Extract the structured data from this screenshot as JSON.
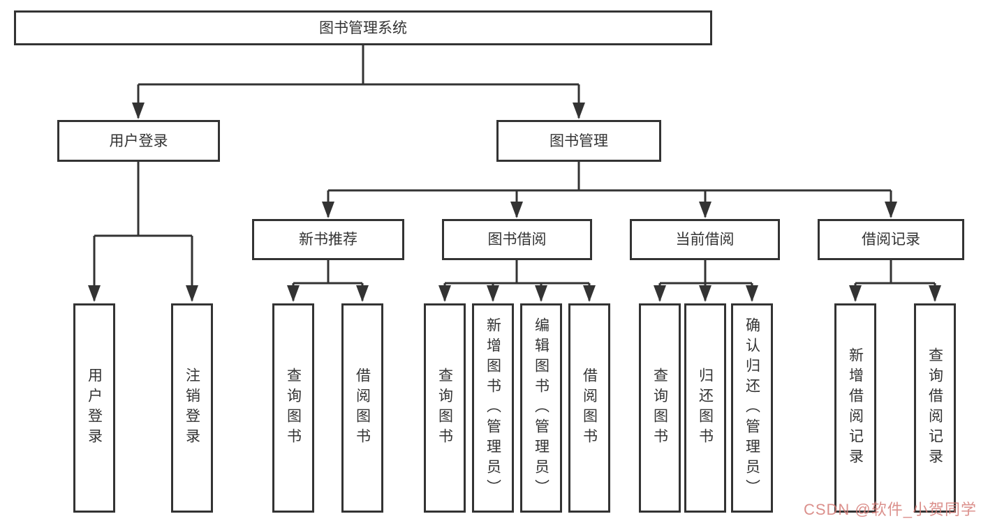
{
  "diagram": {
    "type": "tree",
    "title": "图书管理系统",
    "watermark": "CSDN @软件_小贺同学",
    "colors": {
      "line": "#333333",
      "box_border": "#333333",
      "text": "#333333",
      "background": "#ffffff",
      "watermark": "#d57d78"
    },
    "nodes": {
      "root": "图书管理系统",
      "user_login": "用户登录",
      "book_mgmt": "图书管理",
      "new_book_rec": "新书推荐",
      "book_borrow": "图书借阅",
      "current_borrow": "当前借阅",
      "borrow_record": "借阅记录",
      "ul_login": "用户登录",
      "ul_logout": "注销登录",
      "nb_query": "查询图书",
      "nb_borrow": "借阅图书",
      "bb_query": "查询图书",
      "bb_add": "新增图书（管理员）",
      "bb_edit": "编辑图书（管理员）",
      "bb_borrow": "借阅图书",
      "cb_query": "查询图书",
      "cb_return": "归还图书",
      "cb_confirm": "确认归还（管理员）",
      "br_add": "新增借阅记录",
      "br_query": "查询借阅记录"
    },
    "hierarchy": {
      "图书管理系统": {
        "用户登录": [
          "用户登录",
          "注销登录"
        ],
        "图书管理": {
          "新书推荐": [
            "查询图书",
            "借阅图书"
          ],
          "图书借阅": [
            "查询图书",
            "新增图书（管理员）",
            "编辑图书（管理员）",
            "借阅图书"
          ],
          "当前借阅": [
            "查询图书",
            "归还图书",
            "确认归还（管理员）"
          ],
          "借阅记录": [
            "新增借阅记录",
            "查询借阅记录"
          ]
        }
      }
    }
  }
}
